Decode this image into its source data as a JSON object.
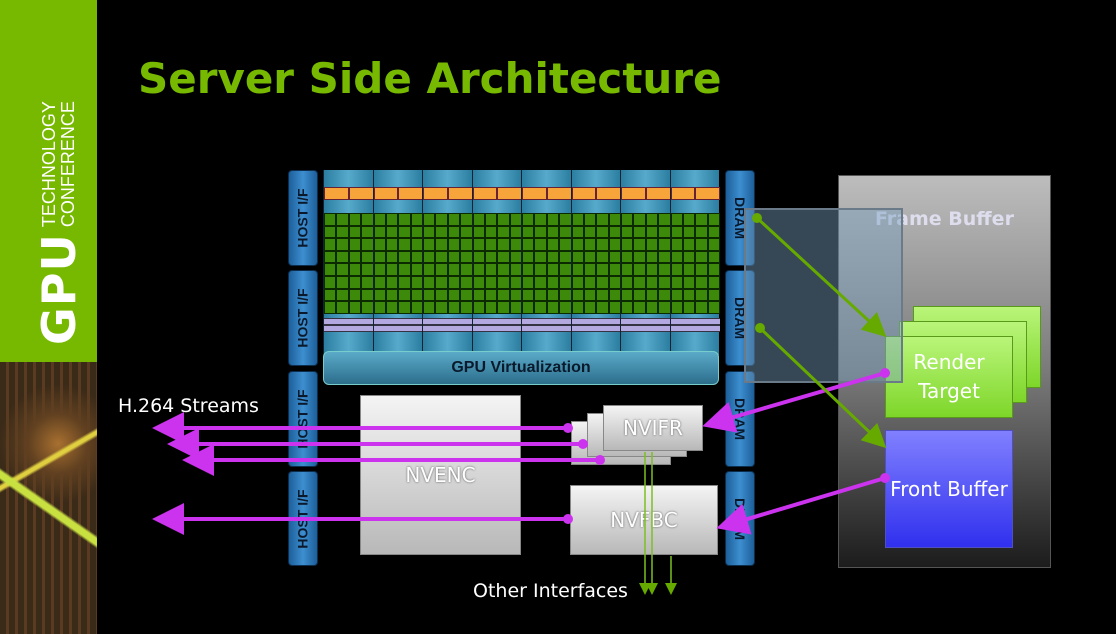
{
  "sidebar": {
    "logo_main": "GPU",
    "logo_line1": "TECHNOLOGY",
    "logo_line2": "CONFERENCE"
  },
  "title": "Server Side Architecture",
  "host_if": [
    "HOST I/F",
    "HOST I/F",
    "HOST I/F",
    "HOST I/F"
  ],
  "dram": [
    "DRAM",
    "DRAM",
    "DRAM",
    "DRAM"
  ],
  "gpu_virtualization": "GPU Virtualization",
  "nvenc": "NVENC",
  "nvifr": "NVIFR",
  "nvfbc": "NVFBC",
  "frame_buffer": "Frame Buffer",
  "render_target": "Render Target",
  "front_buffer": "Front Buffer",
  "h264_label": "H.264 Streams",
  "other_interfaces": "Other Interfaces",
  "colors": {
    "accent": "#76b900",
    "stream_arrow": "#cc33ee",
    "data_arrow": "#66aa00",
    "front_buffer": "#4040f0",
    "render_target": "#9be84a"
  }
}
